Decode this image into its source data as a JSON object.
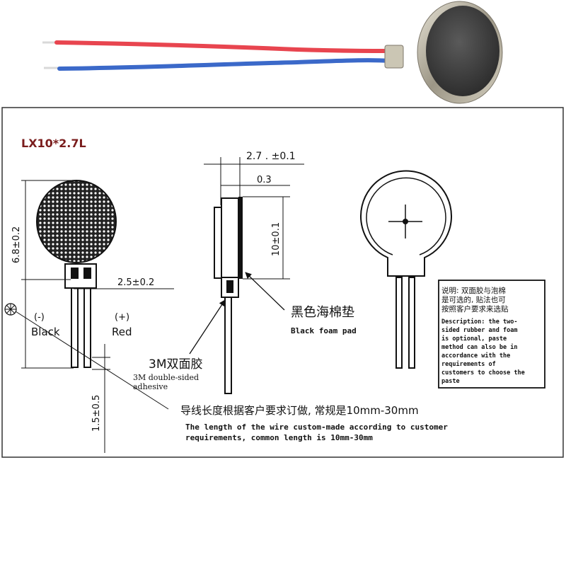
{
  "model": "LX10*2.7L",
  "front_view": {
    "dim_height": "6.8±0.2",
    "dim_pad_spacing": "2.5±0.2",
    "neg_symbol": "(-)",
    "neg_label": "Black",
    "pos_symbol": "(+)",
    "pos_label": "Red",
    "dim_lead": "1.5±0.5"
  },
  "side_view": {
    "dim_thickness": "2.7 . ±0.1",
    "dim_adhesive": "0.3",
    "dim_diameter": "10±0.1",
    "foam_label_cn": "黑色海棉垫",
    "foam_label_en": "Black foam pad",
    "adhesive_label_cn": "3M双面胶",
    "adhesive_label_en_1": "3M double-sided",
    "adhesive_label_en_2": "adhesive"
  },
  "wire_note": {
    "cn": "导线长度根据客户要求订做, 常规是10mm-30mm",
    "en_1": "The length of the wire custom-made according to customer",
    "en_2": "requirements, common length is 10mm-30mm"
  },
  "description_box": {
    "cn": [
      "说明: 双面胶与泡棉",
      "是可选的, 贴法也可",
      "按照客户要求来选贴"
    ],
    "en": [
      "Description: the two-",
      "sided rubber and foam",
      "is optional, paste",
      "method can also be in",
      "accordance with the",
      "requirements of",
      "customers to choose the",
      "paste"
    ]
  },
  "colors": {
    "model_title": "#7a1d1d",
    "frame_background": "#ffffff",
    "wire_red": "#e8454f",
    "wire_blue": "#3b69c9",
    "motor_face": "#4a4a4a",
    "motor_ring": "#b9b4a2",
    "line": "#111111"
  }
}
